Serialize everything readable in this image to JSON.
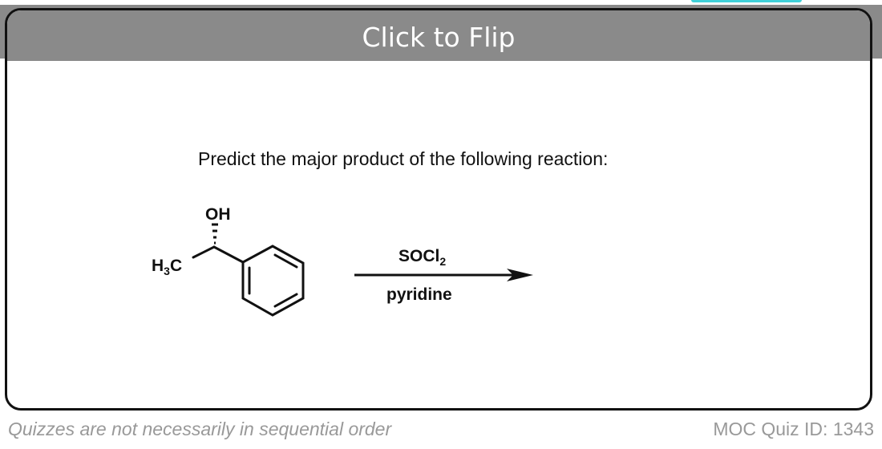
{
  "header": {
    "flip_label": "Click to Flip"
  },
  "question": {
    "prompt": "Predict the major product of the following reaction:"
  },
  "reaction": {
    "reactant_oh": "OH",
    "reactant_methyl": "H",
    "reactant_methyl_sub": "3",
    "reactant_methyl_c": "C",
    "reagent_top": "SOCl",
    "reagent_top_sub": "2",
    "reagent_bottom": "pyridine"
  },
  "footer": {
    "note": "Quizzes are not necessarily in sequential order",
    "quiz_id": "MOC Quiz ID: 1343"
  },
  "colors": {
    "header_band": "#8a8a8a",
    "accent": "#3fd0d8",
    "footer_text": "#999999"
  }
}
